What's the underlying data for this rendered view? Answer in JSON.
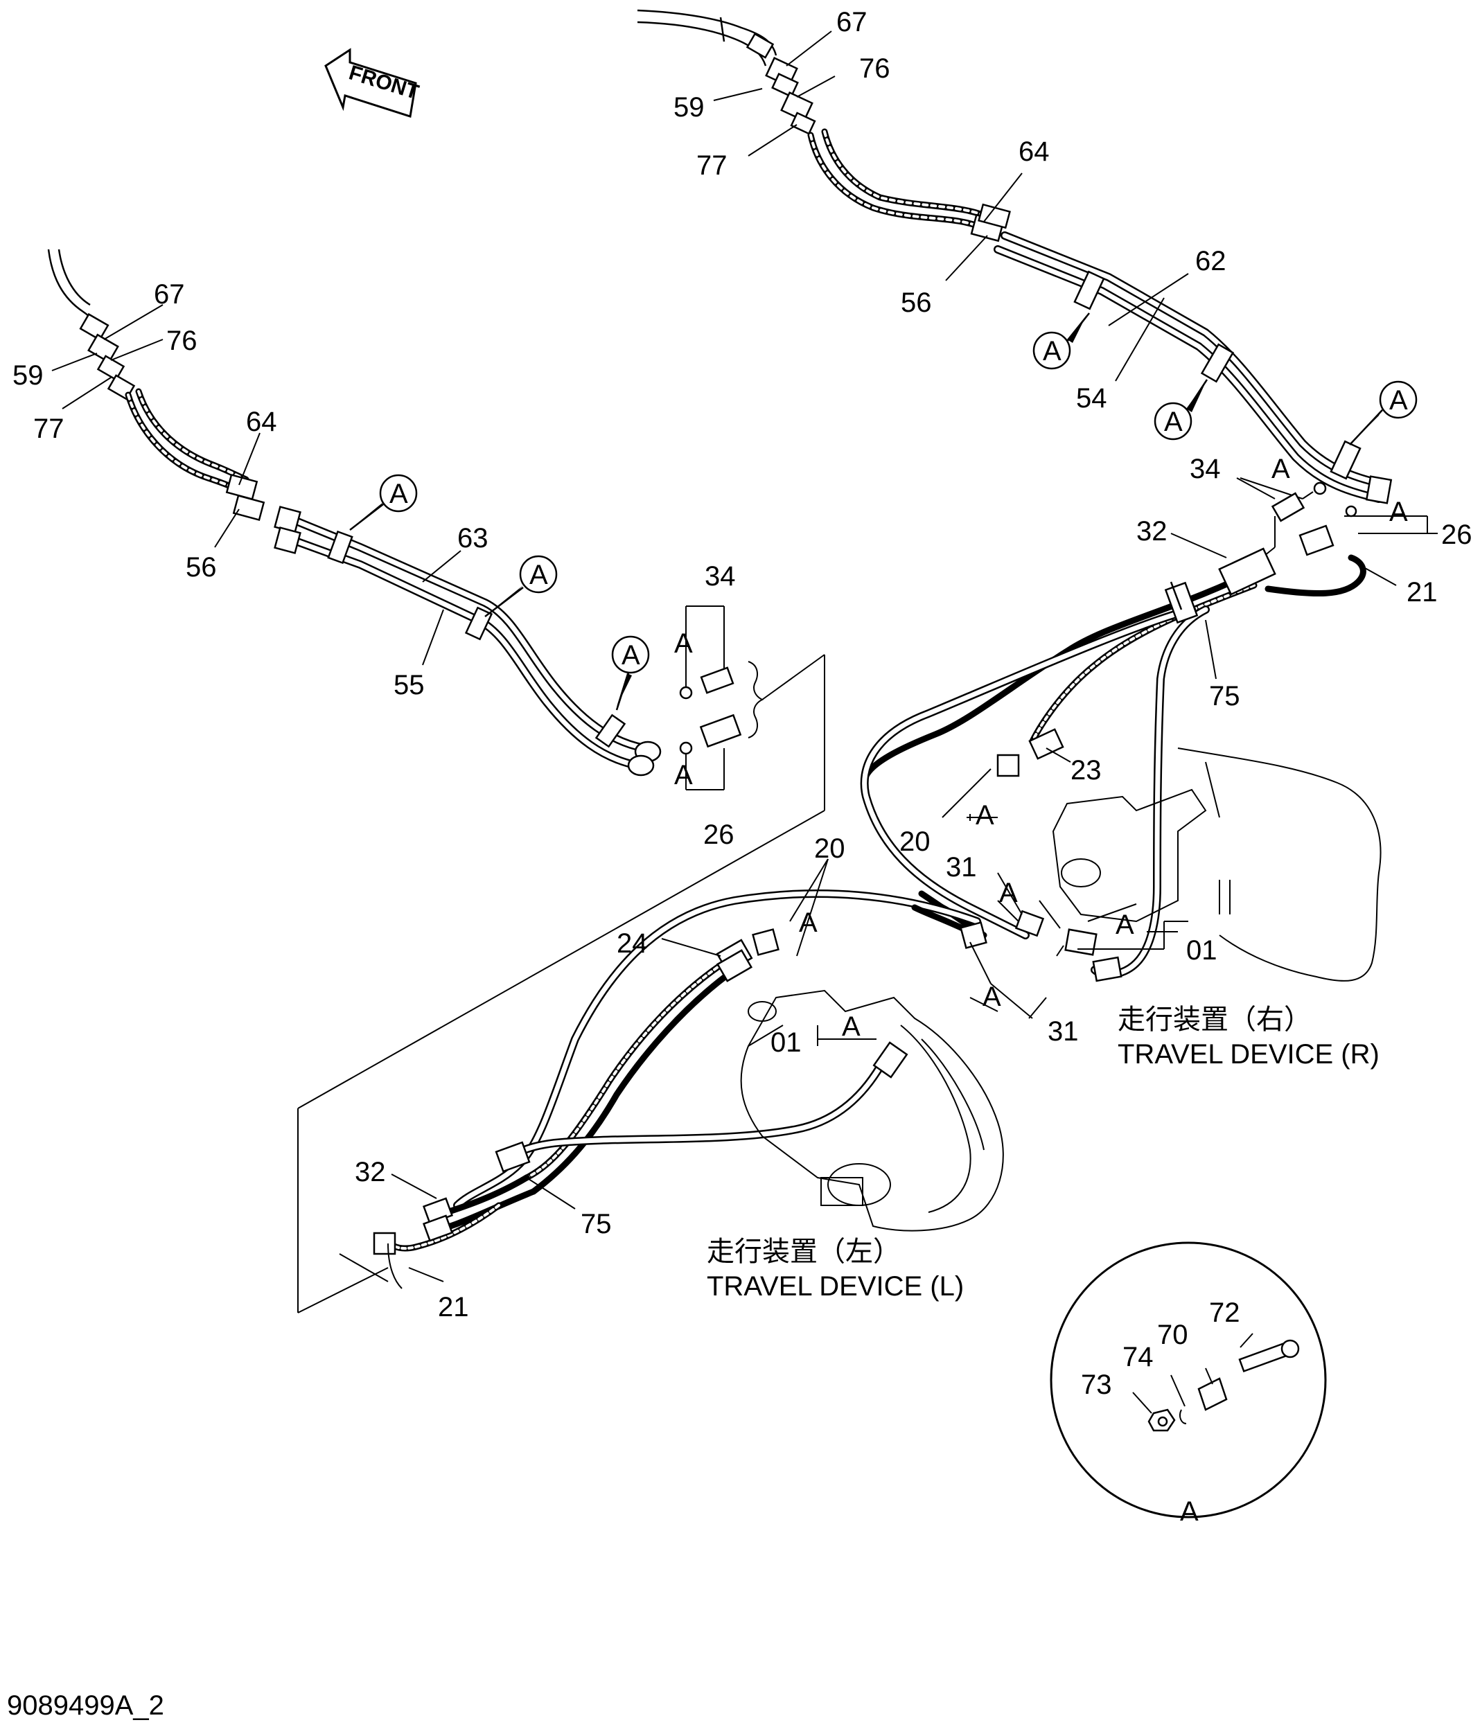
{
  "drawing_id": "9089499A_2",
  "front_arrow_label": "FRONT",
  "detail_label": "A",
  "labels_left_group": {
    "n67": "67",
    "n76": "76",
    "n59": "59",
    "n77": "77",
    "n64": "64",
    "n56": "56",
    "n63": "63",
    "n55": "55",
    "n34": "34",
    "n26": "26"
  },
  "labels_right_group": {
    "n67": "67",
    "n76": "76",
    "n59": "59",
    "n77": "77",
    "n64": "64",
    "n56": "56",
    "n62": "62",
    "n54": "54",
    "n34": "34",
    "n26": "26",
    "n32": "32",
    "n21": "21",
    "n75": "75",
    "n23": "23",
    "n20": "20",
    "n31": "31",
    "n01": "01"
  },
  "labels_lower_group": {
    "n20": "20",
    "n24": "24",
    "n01": "01",
    "n31": "31",
    "n32": "32",
    "n75": "75",
    "n21": "21"
  },
  "detail_circle_labels": {
    "n72": "72",
    "n70": "70",
    "n74": "74",
    "n73": "73"
  },
  "captions": {
    "travel_right_jp": "走行装置（右）",
    "travel_right_en": "TRAVEL DEVICE (R)",
    "travel_left_jp": "走行装置（左）",
    "travel_left_en": "TRAVEL DEVICE (L)"
  }
}
